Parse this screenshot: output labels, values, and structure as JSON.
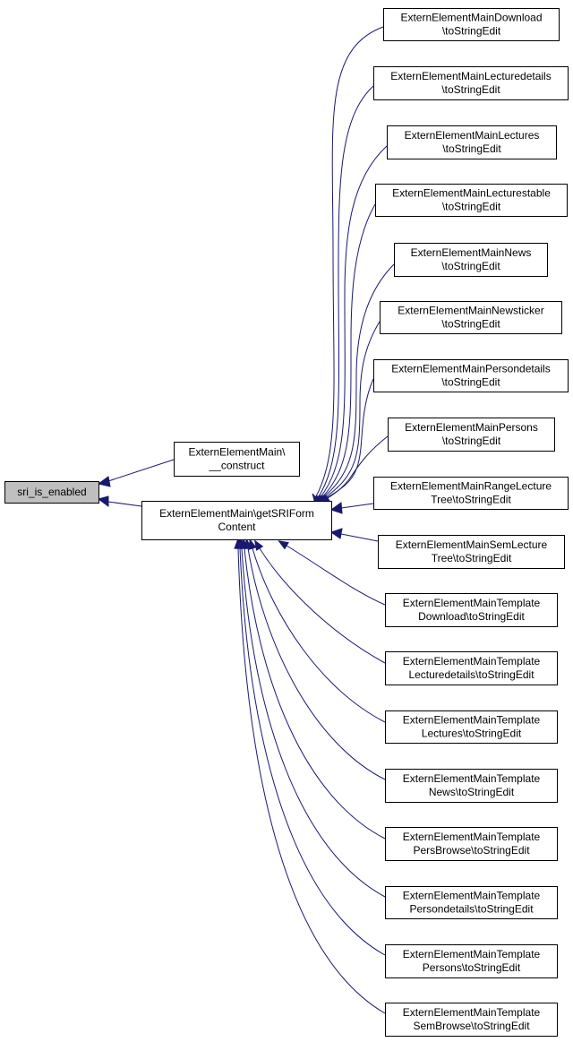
{
  "colors": {
    "edge": "#191970",
    "node_border": "#000000",
    "node_fill": "#ffffff",
    "highlight_fill": "#bfbfbf"
  },
  "nodes": [
    {
      "id": "sri_is_enabled",
      "lines": [
        "sri_is_enabled"
      ],
      "highlight": true
    },
    {
      "id": "construct",
      "lines": [
        "ExternElementMain\\",
        "__construct"
      ]
    },
    {
      "id": "getSRIFormContent",
      "lines": [
        "ExternElementMain\\getSRIForm",
        "Content"
      ]
    },
    {
      "id": "download",
      "lines": [
        "ExternElementMainDownload",
        "\\toStringEdit"
      ]
    },
    {
      "id": "lecturedetails",
      "lines": [
        "ExternElementMainLecturedetails",
        "\\toStringEdit"
      ]
    },
    {
      "id": "lectures",
      "lines": [
        "ExternElementMainLectures",
        "\\toStringEdit"
      ]
    },
    {
      "id": "lecturestable",
      "lines": [
        "ExternElementMainLecturestable",
        "\\toStringEdit"
      ]
    },
    {
      "id": "news",
      "lines": [
        "ExternElementMainNews",
        "\\toStringEdit"
      ]
    },
    {
      "id": "newsticker",
      "lines": [
        "ExternElementMainNewsticker",
        "\\toStringEdit"
      ]
    },
    {
      "id": "persondetails",
      "lines": [
        "ExternElementMainPersondetails",
        "\\toStringEdit"
      ]
    },
    {
      "id": "persons",
      "lines": [
        "ExternElementMainPersons",
        "\\toStringEdit"
      ]
    },
    {
      "id": "rangelecturetree",
      "lines": [
        "ExternElementMainRangeLecture",
        "Tree\\toStringEdit"
      ]
    },
    {
      "id": "semlecturetree",
      "lines": [
        "ExternElementMainSemLecture",
        "Tree\\toStringEdit"
      ]
    },
    {
      "id": "tpl_download",
      "lines": [
        "ExternElementMainTemplate",
        "Download\\toStringEdit"
      ]
    },
    {
      "id": "tpl_lecturedetails",
      "lines": [
        "ExternElementMainTemplate",
        "Lecturedetails\\toStringEdit"
      ]
    },
    {
      "id": "tpl_lectures",
      "lines": [
        "ExternElementMainTemplate",
        "Lectures\\toStringEdit"
      ]
    },
    {
      "id": "tpl_news",
      "lines": [
        "ExternElementMainTemplate",
        "News\\toStringEdit"
      ]
    },
    {
      "id": "tpl_persbrowse",
      "lines": [
        "ExternElementMainTemplate",
        "PersBrowse\\toStringEdit"
      ]
    },
    {
      "id": "tpl_persondetails",
      "lines": [
        "ExternElementMainTemplate",
        "Persondetails\\toStringEdit"
      ]
    },
    {
      "id": "tpl_persons",
      "lines": [
        "ExternElementMainTemplate",
        "Persons\\toStringEdit"
      ]
    },
    {
      "id": "tpl_sembrowse",
      "lines": [
        "ExternElementMainTemplate",
        "SemBrowse\\toStringEdit"
      ]
    }
  ],
  "edges": [
    {
      "from": "construct",
      "to": "sri_is_enabled"
    },
    {
      "from": "getSRIFormContent",
      "to": "sri_is_enabled"
    },
    {
      "from": "download",
      "to": "getSRIFormContent"
    },
    {
      "from": "lecturedetails",
      "to": "getSRIFormContent"
    },
    {
      "from": "lectures",
      "to": "getSRIFormContent"
    },
    {
      "from": "lecturestable",
      "to": "getSRIFormContent"
    },
    {
      "from": "news",
      "to": "getSRIFormContent"
    },
    {
      "from": "newsticker",
      "to": "getSRIFormContent"
    },
    {
      "from": "persondetails",
      "to": "getSRIFormContent"
    },
    {
      "from": "persons",
      "to": "getSRIFormContent"
    },
    {
      "from": "rangelecturetree",
      "to": "getSRIFormContent"
    },
    {
      "from": "semlecturetree",
      "to": "getSRIFormContent"
    },
    {
      "from": "tpl_download",
      "to": "getSRIFormContent"
    },
    {
      "from": "tpl_lecturedetails",
      "to": "getSRIFormContent"
    },
    {
      "from": "tpl_lectures",
      "to": "getSRIFormContent"
    },
    {
      "from": "tpl_news",
      "to": "getSRIFormContent"
    },
    {
      "from": "tpl_persbrowse",
      "to": "getSRIFormContent"
    },
    {
      "from": "tpl_persondetails",
      "to": "getSRIFormContent"
    },
    {
      "from": "tpl_persons",
      "to": "getSRIFormContent"
    },
    {
      "from": "tpl_sembrowse",
      "to": "getSRIFormContent"
    }
  ]
}
